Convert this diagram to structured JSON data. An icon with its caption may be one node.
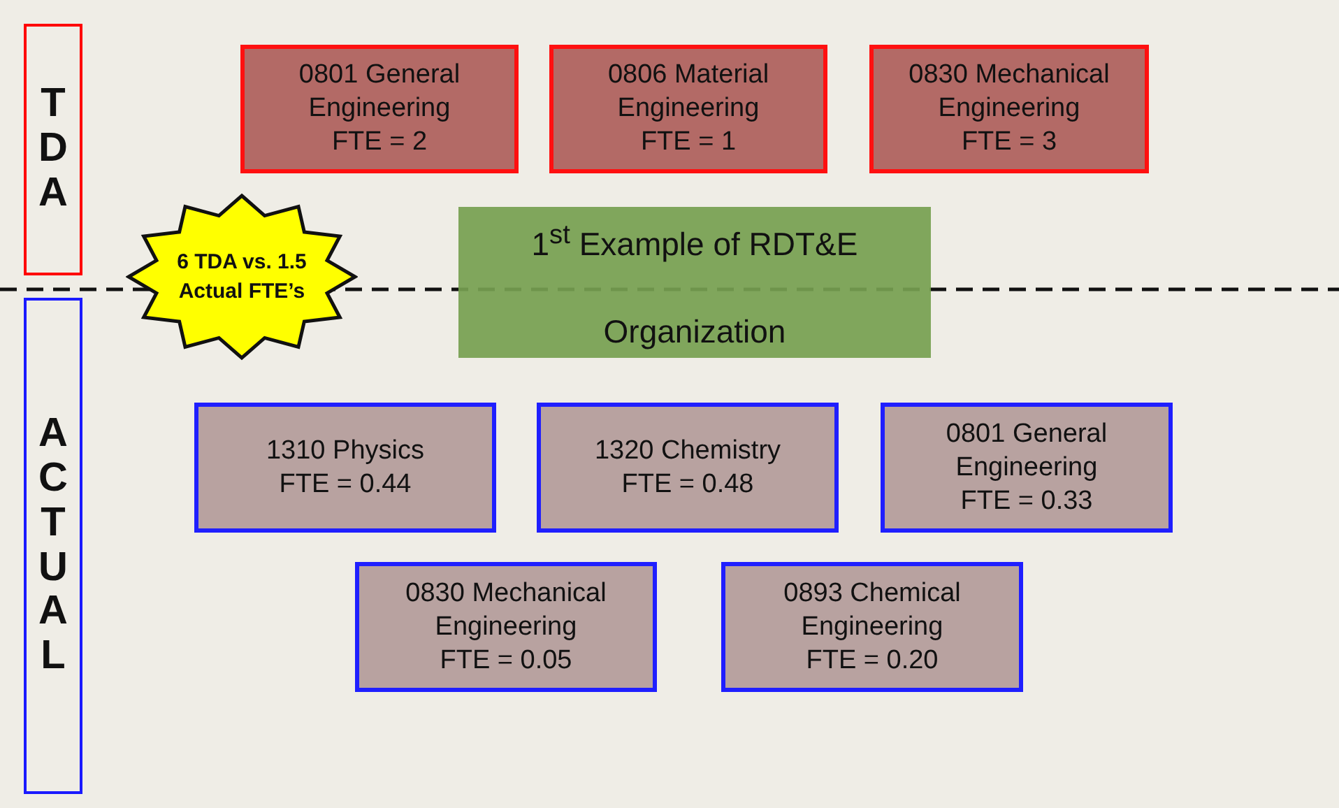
{
  "diagram": {
    "nodes": [
      {
        "text": [
          "TDA"
        ]
      },
      {
        "text": [
          "0801 General Engineering",
          "FTE = 2"
        ]
      },
      {
        "text": [
          "0806 Material Engineering",
          "FTE = 1"
        ]
      },
      {
        "text": [
          "0830 Mechanical Engineering",
          "FTE = 3"
        ]
      },
      {
        "text": [
          "6 TDA vs. 1.5 Actual FTE’s"
        ]
      },
      {
        "text": [
          "1$^{st}$ Example of RDT&E",
          "Organization"
        ]
      },
      {
        "text": [
          "ACTUAL"
        ]
      },
      {
        "text": [
          "1310 Physics",
          "FTE = 0.44"
        ]
      },
      {
        "text": [
          "1320 Chemistry",
          "FTE = 0.48"
        ]
      },
      {
        "text": [
          "0801 General Engineering",
          "FTE = 0.33"
        ]
      },
      {
        "text": [
          "0830 Mechanical Engineering",
          "FTE = 0.05"
        ]
      },
      {
        "text": [
          "0893 Chemical Engineering",
          "FTE = 0.20"
        ]
      }
    ]
  }
}
